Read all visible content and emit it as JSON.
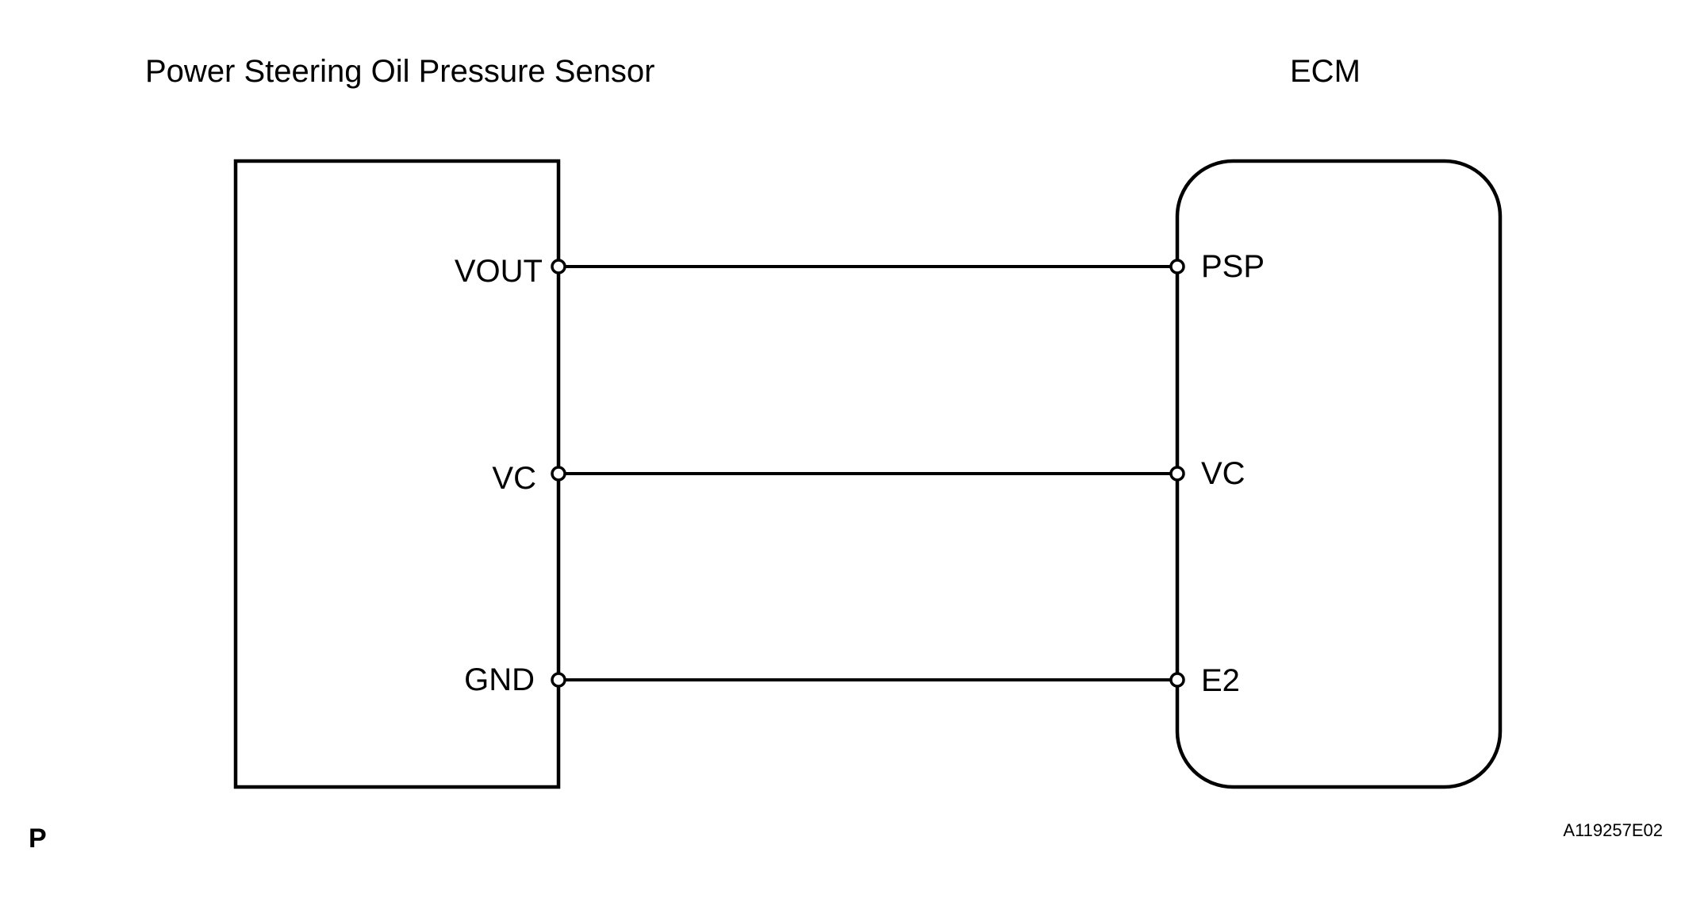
{
  "diagram": {
    "sensor_title": "Power Steering Oil Pressure Sensor",
    "ecm_title": "ECM",
    "sensor_pins": [
      "VOUT",
      "VC",
      "GND"
    ],
    "ecm_pins": [
      "PSP",
      "VC",
      "E2"
    ],
    "corner_label": "P",
    "figure_code": "A119257E02"
  }
}
